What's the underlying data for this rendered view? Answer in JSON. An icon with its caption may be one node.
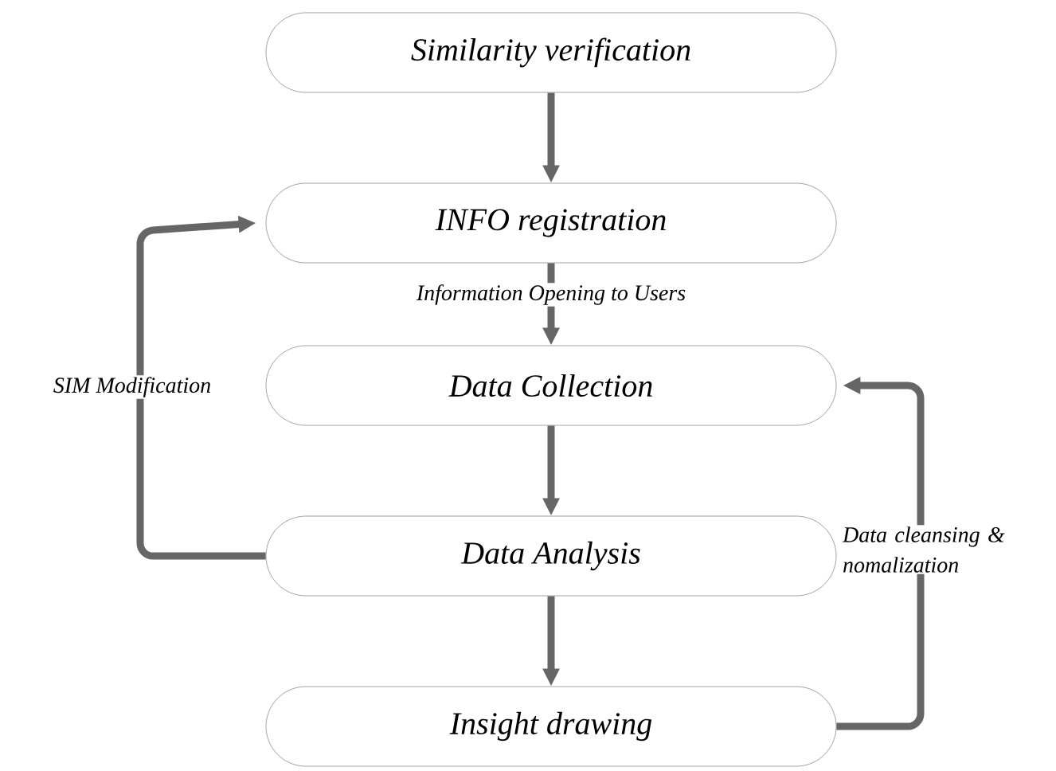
{
  "diagram": {
    "nodes": [
      {
        "text": [
          "Similarity verification"
        ]
      },
      {
        "text": [
          "INFO registration"
        ]
      },
      {
        "text": [
          "Data Collection"
        ]
      },
      {
        "text": [
          "Data Analysis"
        ]
      },
      {
        "text": [
          "Insight drawing"
        ]
      }
    ],
    "edges": [
      {
        "from": 0,
        "to": 1,
        "arrow": "to"
      },
      {
        "from": 1,
        "to": 2,
        "arrow": "to",
        "label": "Information Opening to Users"
      },
      {
        "from": 2,
        "to": 3,
        "arrow": "to"
      },
      {
        "from": 3,
        "to": 4,
        "arrow": "to"
      },
      {
        "from": 3,
        "to": 1,
        "arrow": "to",
        "label": "SIM Modification"
      },
      {
        "from": 4,
        "to": 2,
        "arrow": "to",
        "label": "Data cleansing & nomalization"
      }
    ]
  }
}
